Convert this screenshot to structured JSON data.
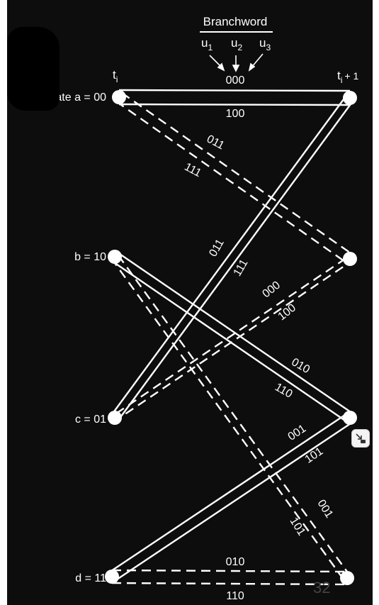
{
  "header": {
    "title": "Branchword",
    "u1": "u",
    "u1_sub": "1",
    "u2": "u",
    "u2_sub": "2",
    "u3": "u",
    "u3_sub": "3"
  },
  "time_labels": {
    "ti_base": "t",
    "ti_sub": "i",
    "ti1_base": "t",
    "ti1_sub": "i",
    "ti1_suffix": "+ 1"
  },
  "states": [
    {
      "id": "a",
      "label": "State a = 00"
    },
    {
      "id": "b",
      "label": "b = 10"
    },
    {
      "id": "c",
      "label": "c = 01"
    },
    {
      "id": "d",
      "label": "d = 11"
    }
  ],
  "branches": [
    {
      "from": "a",
      "to": "a",
      "branchword": "000",
      "style": "solid"
    },
    {
      "from": "a",
      "to": "a",
      "branchword": "100",
      "style": "solid"
    },
    {
      "from": "a",
      "to": "b",
      "branchword": "011",
      "style": "dashed"
    },
    {
      "from": "a",
      "to": "b",
      "branchword": "111",
      "style": "dashed"
    },
    {
      "from": "c",
      "to": "a",
      "branchword": "011",
      "style": "solid"
    },
    {
      "from": "c",
      "to": "a",
      "branchword": "111",
      "style": "solid"
    },
    {
      "from": "c",
      "to": "b",
      "branchword": "000",
      "style": "dashed"
    },
    {
      "from": "c",
      "to": "b",
      "branchword": "100",
      "style": "dashed"
    },
    {
      "from": "b",
      "to": "c",
      "branchword": "010",
      "style": "solid"
    },
    {
      "from": "b",
      "to": "c",
      "branchword": "110",
      "style": "solid"
    },
    {
      "from": "d",
      "to": "c",
      "branchword": "001",
      "style": "solid"
    },
    {
      "from": "d",
      "to": "c",
      "branchword": "101",
      "style": "solid"
    },
    {
      "from": "b",
      "to": "d",
      "branchword": "001",
      "style": "dashed"
    },
    {
      "from": "b",
      "to": "d",
      "branchword": "101",
      "style": "dashed"
    },
    {
      "from": "d",
      "to": "d",
      "branchword": "010",
      "style": "dashed"
    },
    {
      "from": "d",
      "to": "d",
      "branchword": "110",
      "style": "dashed"
    }
  ],
  "page_number": "32",
  "colors": {
    "background": "#0d0d0d",
    "lines": "#ffffff",
    "page_number": "#444444"
  }
}
